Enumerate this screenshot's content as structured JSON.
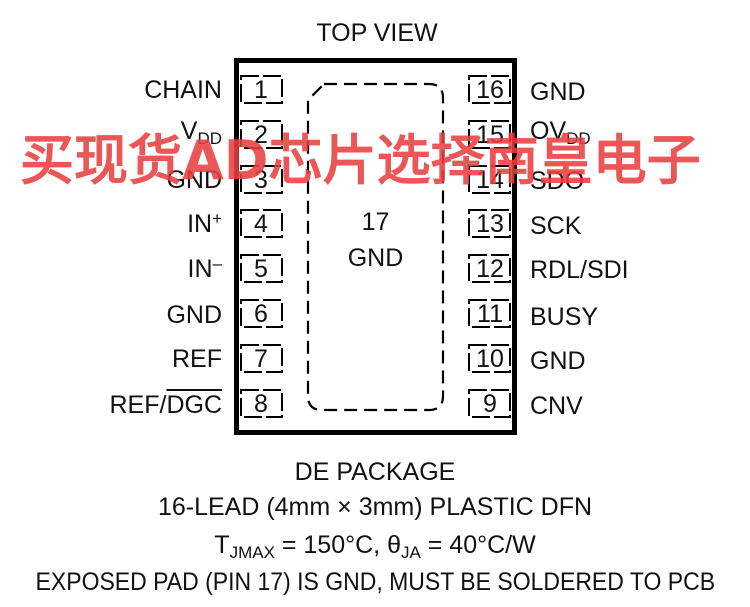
{
  "title": "TOP VIEW",
  "watermark": "买现货AD芯片选择南皇电子",
  "colors": {
    "ink": "#111111",
    "watermark": "#e8403f"
  },
  "left_pins": [
    {
      "number": "1",
      "name": "CHAIN"
    },
    {
      "number": "2",
      "name": "V",
      "sub": "DD"
    },
    {
      "number": "3",
      "name": "GND"
    },
    {
      "number": "4",
      "name": "IN",
      "sup": "+"
    },
    {
      "number": "5",
      "name": "IN",
      "sup": "–"
    },
    {
      "number": "6",
      "name": "GND"
    },
    {
      "number": "7",
      "name": "REF"
    },
    {
      "number": "8",
      "name": "REF/",
      "overline": "DGC"
    }
  ],
  "right_pins": [
    {
      "number": "16",
      "name": "GND"
    },
    {
      "number": "15",
      "name": "OV",
      "sub": "DD"
    },
    {
      "number": "14",
      "name": "SDO"
    },
    {
      "number": "13",
      "name": "SCK"
    },
    {
      "number": "12",
      "name": "RDL/SDI"
    },
    {
      "number": "11",
      "name": "BUSY"
    },
    {
      "number": "10",
      "name": "GND"
    },
    {
      "number": "9",
      "name": "CNV"
    }
  ],
  "exposed_pad": {
    "number": "17",
    "name": "GND"
  },
  "package": {
    "name": "DE PACKAGE",
    "description": "16-LEAD (4mm × 3mm) PLASTIC DFN",
    "thermal": {
      "tj_symbol": "T",
      "tj_sub": "JMAX",
      "tj_value": " = 150°C, ",
      "theta_symbol": "θ",
      "theta_sub": "JA",
      "theta_value": " = 40°C/W"
    },
    "note": "EXPOSED PAD (PIN 17) IS GND, MUST BE SOLDERED TO PCB"
  }
}
